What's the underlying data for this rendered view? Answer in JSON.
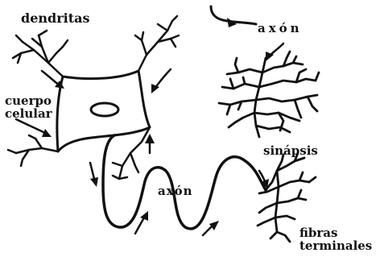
{
  "labels": {
    "dendritas": "dendritas",
    "cuerpo_line1": "cuerpo",
    "cuerpo_line2": "celular",
    "axon_top": "axón",
    "sinapsis": "sinápsis",
    "axon_mid": "axón",
    "fibras_line1": "fibras",
    "fibras_line2": "terminales"
  },
  "colors": {
    "ink": "#111111",
    "paper": "#ffffff"
  }
}
